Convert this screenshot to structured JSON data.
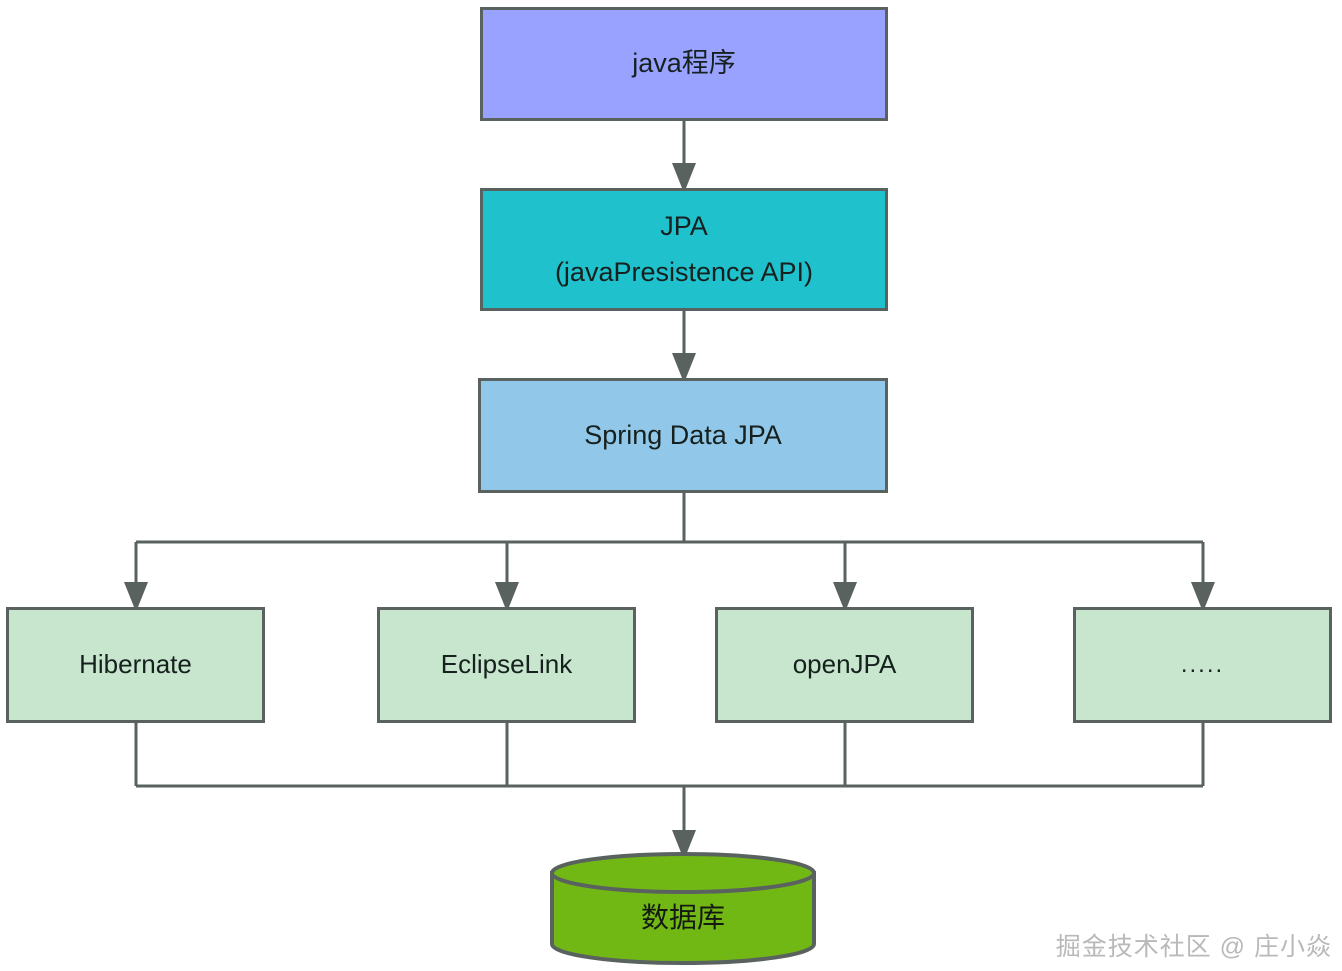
{
  "diagram": {
    "title": "JPA architecture layers",
    "colors": {
      "stroke": "#5a6260",
      "application": "#99a3ff",
      "spec": "#1fc1cc",
      "framework": "#91c7e8",
      "provider": "#c8e6cd",
      "database": "#72b814",
      "watermark": "#b9b9b9"
    },
    "nodes": {
      "application": {
        "label": "java程序"
      },
      "spec": {
        "line1": "JPA",
        "line2": "(javaPresistence API)"
      },
      "framework": {
        "label": "Spring Data JPA"
      },
      "providers": [
        {
          "label": "Hibernate"
        },
        {
          "label": "EclipseLink"
        },
        {
          "label": "openJPA"
        },
        {
          "label": "....."
        }
      ],
      "database": {
        "label": "数据库"
      }
    }
  },
  "watermark": {
    "text": "掘金技术社区 @ 庄小焱"
  }
}
